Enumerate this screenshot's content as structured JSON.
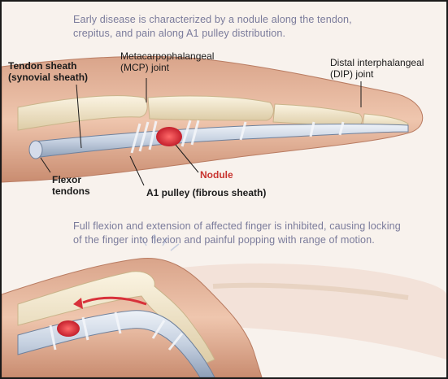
{
  "captions": {
    "top_line1": "Early disease is characterized by a nodule along the tendon,",
    "top_line2": "crepitus, and pain along A1 pulley distribution.",
    "bottom_line1": "Full flexion and extension of affected finger is inhibited, causing locking",
    "bottom_line2": "of the finger into flexion and painful popping with range of motion."
  },
  "labels": {
    "tendon_sheath_1": "Tendon sheath",
    "tendon_sheath_2": "(synovial sheath)",
    "mcp_1": "Metacarpophalangeal",
    "mcp_2": "(MCP) joint",
    "dip_1": "Distal interphalangeal",
    "dip_2": "(DIP) joint",
    "flexor_1": "Flexor",
    "flexor_2": "tendons",
    "nodule": "Nodule",
    "a1_pulley": "A1 pulley (fibrous sheath)"
  },
  "colors": {
    "skin": "#e5b59c",
    "skin_dark": "#c98c70",
    "bone": "#efe3c4",
    "tendon": "#c9d4e3",
    "nodule": "#d8313a",
    "caption": "#7a7b9b"
  }
}
